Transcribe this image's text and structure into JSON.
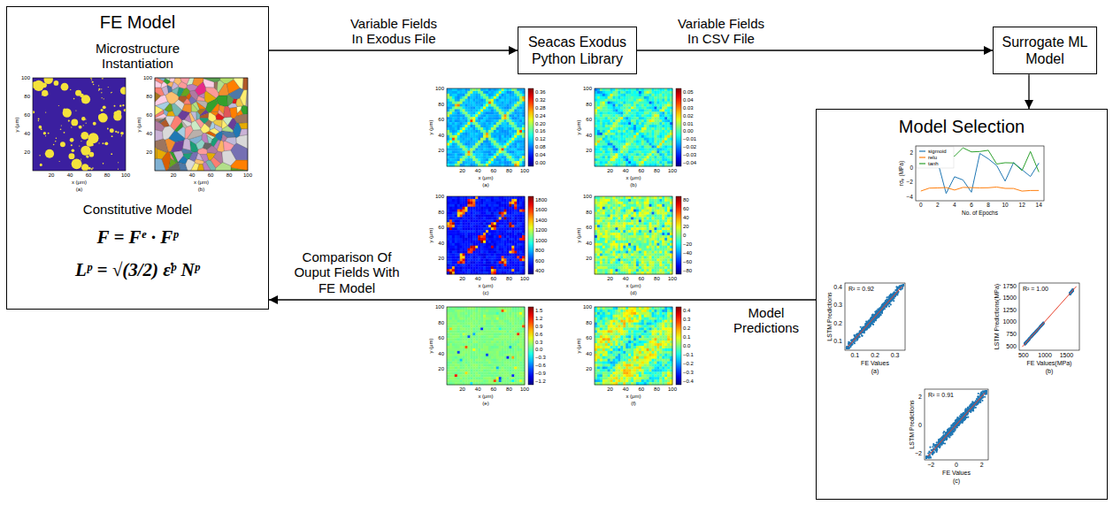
{
  "diagram": {
    "nodes": [
      {
        "text": [
          "FE Model",
          "Microstructure Instantiation",
          "Constitutive Model",
          "F = Fᵉ · Fᵖ",
          "Lᵖ = √(3/2) ε̇ᵖ Nᵖ"
        ]
      },
      {
        "text": [
          "Seacas Exodus Python Library"
        ]
      },
      {
        "text": [
          "Surrogate ML Model"
        ]
      },
      {
        "text": [
          "Model Selection"
        ]
      }
    ],
    "edges": [
      {
        "from": 0,
        "to": 1,
        "arrow": "to",
        "label": "Variable Fields In Exodus File"
      },
      {
        "from": 1,
        "to": 2,
        "arrow": "to",
        "label": "Variable Fields In CSV File"
      },
      {
        "from": 2,
        "to": 3,
        "arrow": "to"
      },
      {
        "from": 3,
        "to": 0,
        "arrow": "to",
        "label": "Comparison Of Ouput Fields With FE Model"
      }
    ],
    "labels": [
      "100",
      "80",
      "60",
      "40",
      "20",
      "20",
      "40",
      "60",
      "80",
      "100",
      "y (μm)",
      "x (μm)",
      "(a)",
      "100",
      "80",
      "60",
      "40",
      "20",
      "20",
      "40",
      "60",
      "80",
      "100",
      "y (μm)",
      "x (μm)",
      "(b)",
      "100",
      "80",
      "60",
      "40",
      "20",
      "20",
      "40",
      "60",
      "80",
      "100",
      "y (μm)",
      "x (μm)",
      "(a)",
      "0.36",
      "0.32",
      "0.28",
      "0.24",
      "0.20",
      "0.16",
      "0.12",
      "0.08",
      "0.04",
      "0.00",
      "100",
      "80",
      "60",
      "40",
      "20",
      "20",
      "40",
      "60",
      "80",
      "100",
      "y (μm)",
      "x (μm)",
      "(b)",
      "0.05",
      "0.04",
      "0.03",
      "0.02",
      "0.01",
      "0.00",
      "−0.01",
      "−0.02",
      "−0.03",
      "−0.04",
      "100",
      "80",
      "60",
      "40",
      "20",
      "20",
      "40",
      "60",
      "80",
      "100",
      "y (μm)",
      "x (μm)",
      "(c)",
      "1800",
      "1600",
      "1400",
      "1200",
      "1000",
      "800",
      "600",
      "400",
      "100",
      "80",
      "60",
      "40",
      "20",
      "20",
      "40",
      "60",
      "80",
      "100",
      "y (μm)",
      "x (μm)",
      "(d)",
      "80",
      "60",
      "40",
      "20",
      "0",
      "−20",
      "−40",
      "−60",
      "−80",
      "100",
      "80",
      "60",
      "40",
      "20",
      "20",
      "40",
      "60",
      "80",
      "100",
      "y (μm)",
      "x (μm)",
      "(e)",
      "1.5",
      "1.2",
      "0.9",
      "0.6",
      "0.3",
      "0.0",
      "−0.3",
      "−0.6",
      "−0.9",
      "−1.2",
      "100",
      "80",
      "60",
      "40",
      "20",
      "20",
      "40",
      "60",
      "80",
      "100",
      "y (μm)",
      "x (μm)",
      "(f)",
      "0.4",
      "0.3",
      "0.2",
      "0.1",
      "0.0",
      "−0.1",
      "−0.2",
      "−0.3",
      "−0.4",
      "Model Predictions",
      "2",
      "0",
      "−2",
      "−4",
      "0",
      "2",
      "4",
      "6",
      "8",
      "10",
      "12",
      "14",
      "rσₚ (MPa)",
      "No. of Epochs",
      "R² = 0.92",
      "0.4",
      "0.3",
      "0.2",
      "0.1",
      "0.1",
      "0.2",
      "0.3",
      "LSTM Predictions",
      "FE Values",
      "(a)",
      "R² = 1.00",
      "1750",
      "1500",
      "1250",
      "1000",
      "750",
      "500",
      "500",
      "1000",
      "1500",
      "LSTM Predictions(MPa)",
      "FE Values(MPa)",
      "(b)",
      "R² = 0.91",
      "2",
      "0",
      "−2",
      "−2",
      "0",
      "2",
      "LSTM Predictions",
      "FE Values",
      "(c)"
    ],
    "legend": [
      {
        "text": "sigmoid"
      },
      {
        "text": "relu"
      },
      {
        "text": "tanh"
      }
    ]
  }
}
